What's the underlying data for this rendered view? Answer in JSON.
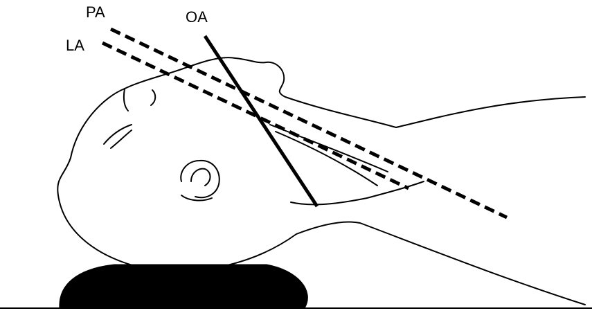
{
  "labels": {
    "pa": "PA",
    "la": "LA",
    "oa": "OA"
  },
  "colors": {
    "ink": "#000000",
    "background": "#ffffff"
  }
}
